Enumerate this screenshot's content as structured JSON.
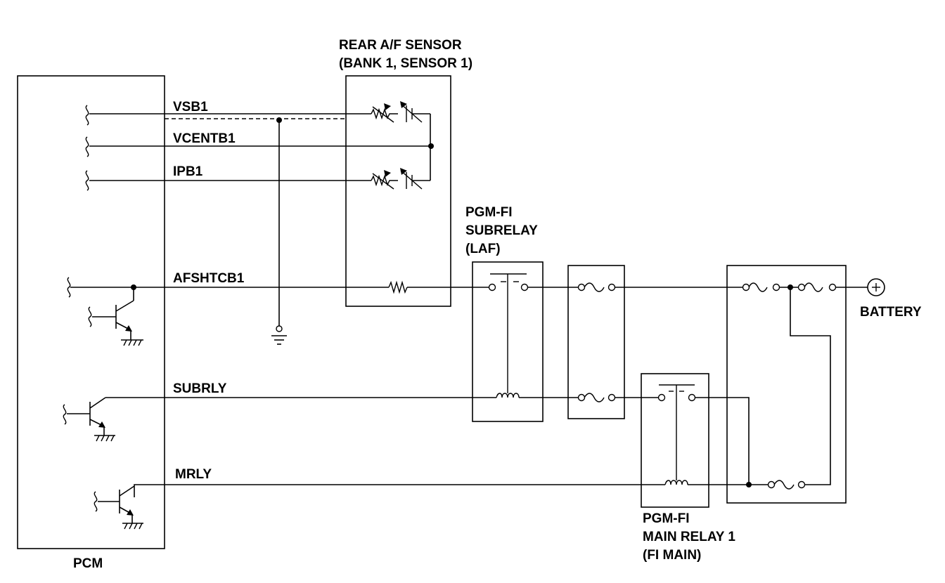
{
  "components": {
    "pcm": "PCM",
    "sensor_line1": "REAR A/F SENSOR",
    "sensor_line2": "(BANK 1, SENSOR 1)",
    "subrelay_line1": "PGM-FI",
    "subrelay_line2": "SUBRELAY",
    "subrelay_line3": "(LAF)",
    "mainrelay_line1": "PGM-FI",
    "mainrelay_line2": "MAIN RELAY 1",
    "mainrelay_line3": "(FI MAIN)",
    "battery": "BATTERY"
  },
  "signals": {
    "vsb1": "VSB1",
    "vcentb1": "VCENTB1",
    "ipb1": "IPB1",
    "afshtcb1": "AFSHTCB1",
    "subrly": "SUBRLY",
    "mrly": "MRLY"
  }
}
